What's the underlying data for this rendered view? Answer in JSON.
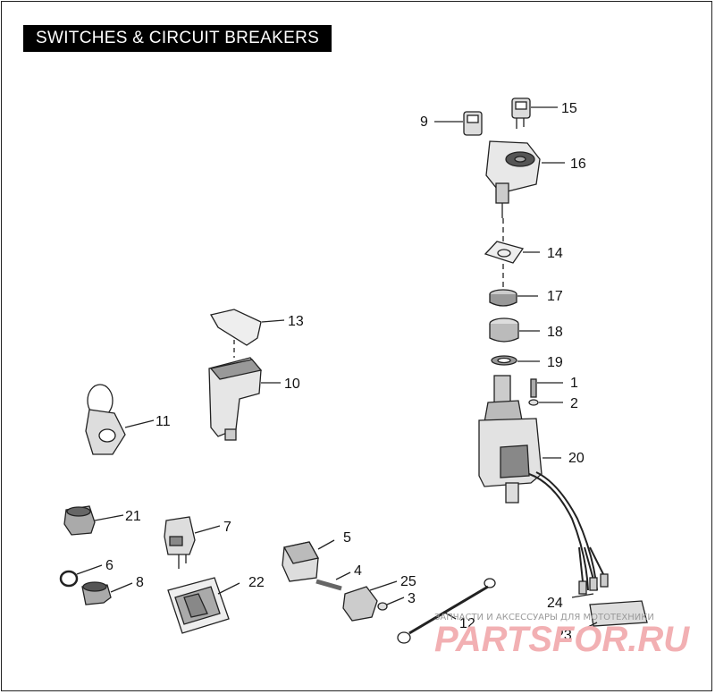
{
  "header": {
    "title": "SWITCHES & CIRCUIT BREAKERS"
  },
  "callouts": [
    "9",
    "15",
    "16",
    "14",
    "17",
    "18",
    "19",
    "1",
    "2",
    "20",
    "13",
    "10",
    "11",
    "21",
    "7",
    "5",
    "6",
    "8",
    "22",
    "4",
    "25",
    "3",
    "12",
    "24",
    "23"
  ],
  "watermark": {
    "caption": "ЗАПЧАСТИ И АКСЕССУАРЫ ДЛЯ МОТОТЕХНИКИ",
    "logo": "PARTSFOR.RU"
  },
  "colors": {
    "line": "#222222",
    "watermark": "#f2b0b3"
  }
}
